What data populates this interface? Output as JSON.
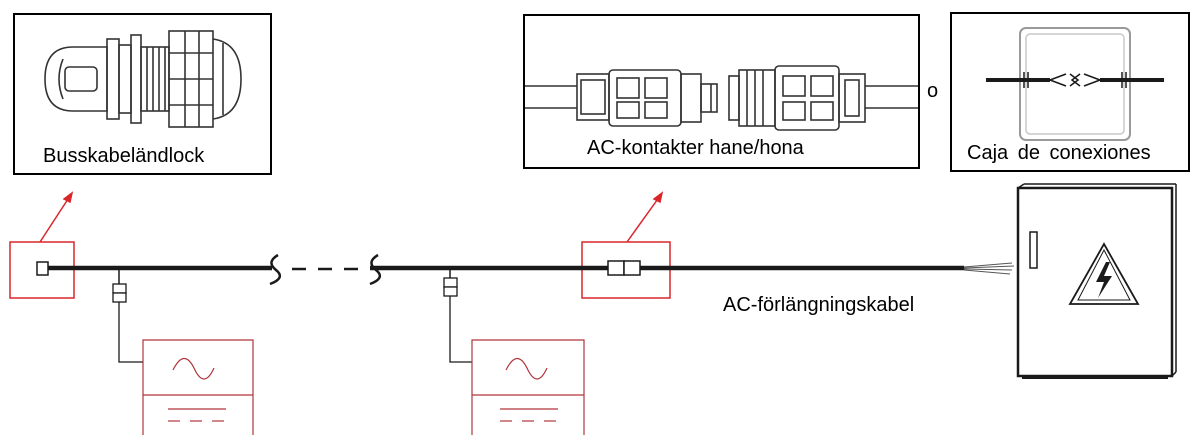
{
  "captions": {
    "end_cap": "Busskabeländlock",
    "ac_connector": "AC-kontakter hane/hona",
    "junction_box": "Caja de conexiones",
    "or_word": "o",
    "extension_cable": "AC-förlängningskabel"
  },
  "colors": {
    "highlight": "#d9262b",
    "cable": "#1a1a1a",
    "inverter": "#b0353c"
  },
  "icons": {
    "end_cap": "cable-end-cap-icon",
    "connector": "ac-connector-pair-icon",
    "junction": "junction-box-icon",
    "distribution": "distribution-cabinet-icon",
    "inverter": "microinverter-icon"
  }
}
